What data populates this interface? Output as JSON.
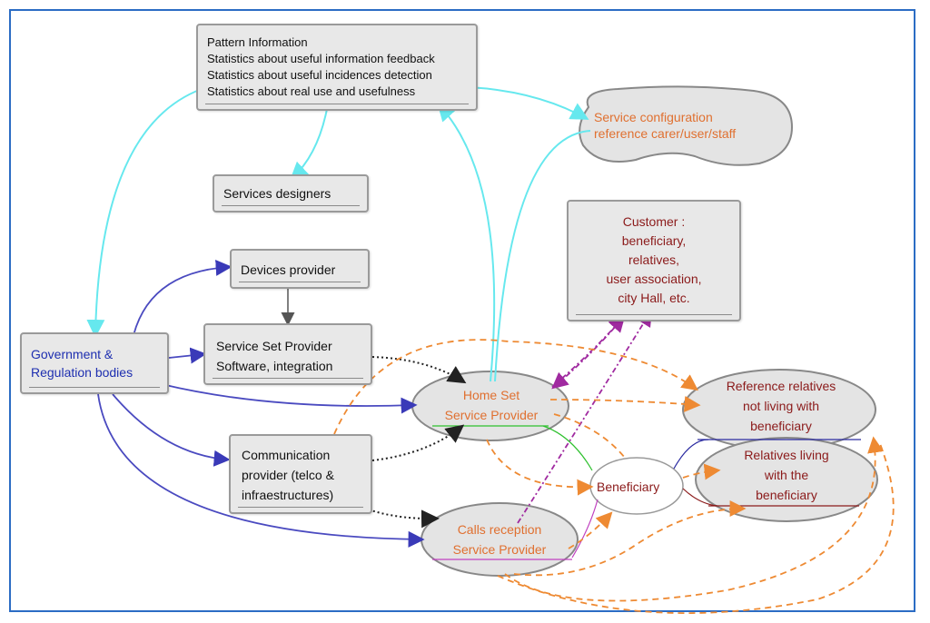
{
  "pattern_info": {
    "lines": [
      "Pattern Information",
      "Statistics about useful information feedback",
      "Statistics about useful incidences detection",
      "Statistics about real use and usefulness"
    ]
  },
  "service_config": {
    "lines": [
      "Service configuration",
      "reference carer/user/staff"
    ]
  },
  "services_designers": {
    "label": "Services designers"
  },
  "customer": {
    "lines": [
      "Customer :",
      "beneficiary,",
      "relatives,",
      "user association,",
      "city Hall, etc."
    ]
  },
  "devices_provider": {
    "label": "Devices provider"
  },
  "government": {
    "lines": [
      "Government &",
      "Regulation bodies"
    ]
  },
  "service_set_provider": {
    "lines": [
      "Service Set Provider",
      "Software, integration"
    ]
  },
  "home_set": {
    "lines": [
      "Home Set",
      "Service Provider"
    ]
  },
  "reference_relatives": {
    "lines": [
      "Reference relatives",
      "not living with",
      "beneficiary"
    ]
  },
  "communication_provider": {
    "lines": [
      "Communication",
      "provider (telco &",
      "infraestructures)"
    ]
  },
  "beneficiary": {
    "label": "Beneficiary"
  },
  "relatives_living": {
    "lines": [
      "Relatives living",
      "with the",
      "beneficiary"
    ]
  },
  "calls_reception": {
    "lines": [
      "Calls reception",
      "Service Provider"
    ]
  },
  "colors": {
    "cyan": "#66e8ee",
    "blue": "#4a4ac0",
    "orange": "#ee8a33",
    "purple": "#a02aa0",
    "black_dotted": "#222222",
    "green": "#2ec02e",
    "magenta": "#c040c0",
    "darkred": "#8b1a1a",
    "frame": "#2b6cc4"
  }
}
